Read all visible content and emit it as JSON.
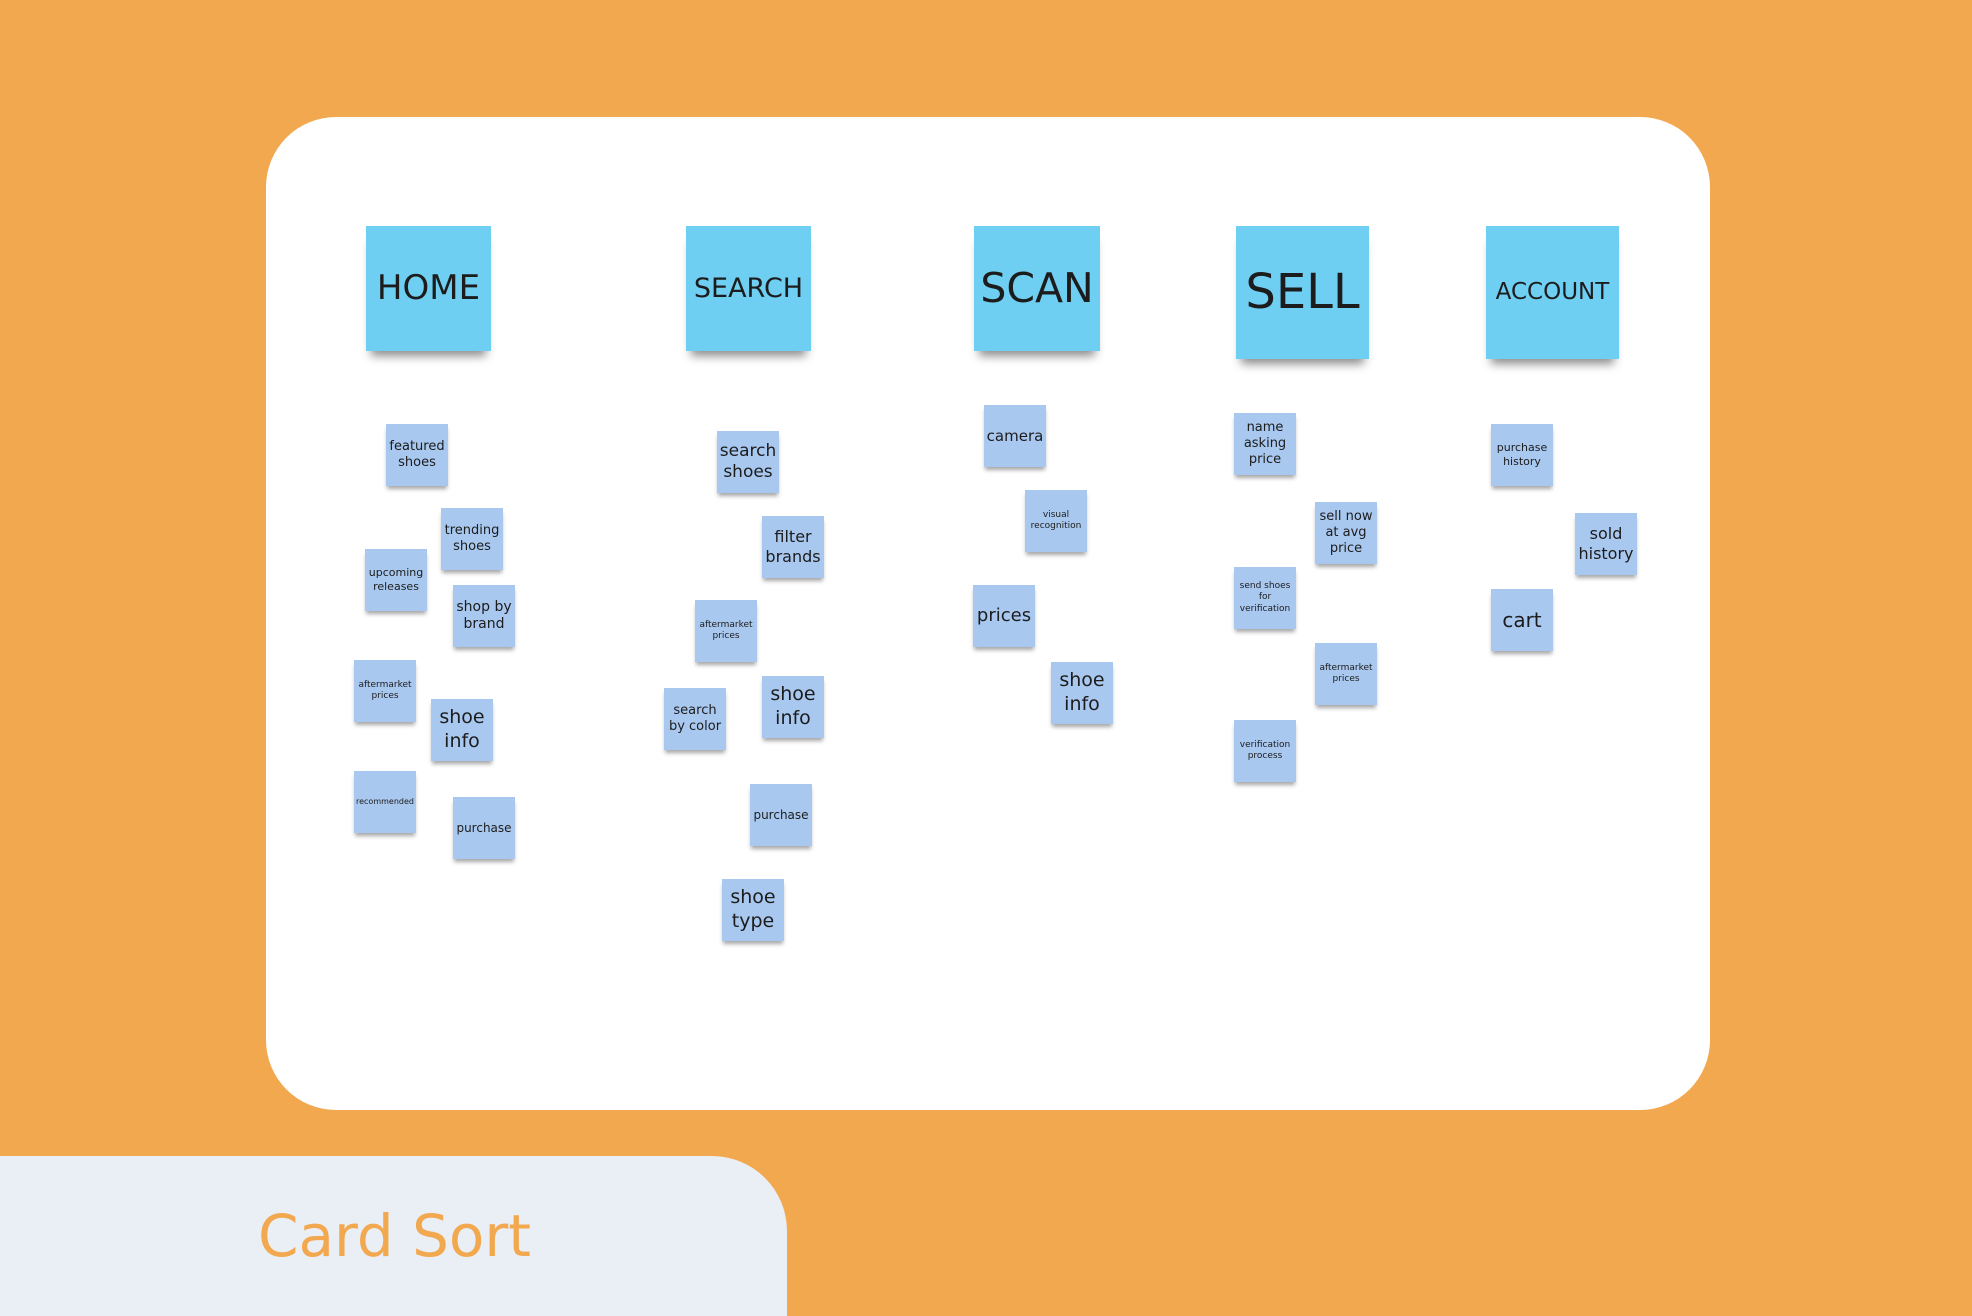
{
  "columns": {
    "home": {
      "header": "HOME",
      "cards": [
        "featured shoes",
        "trending shoes",
        "upcoming releases",
        "shop by brand",
        "aftermarket prices",
        "shoe info",
        "recommended",
        "purchase"
      ]
    },
    "search": {
      "header": "SEARCH",
      "cards": [
        "search shoes",
        "filter brands",
        "aftermarket prices",
        "search by color",
        "shoe info",
        "purchase",
        "shoe type"
      ]
    },
    "scan": {
      "header": "SCAN",
      "cards": [
        "camera",
        "visual recognition",
        "prices",
        "shoe info"
      ]
    },
    "sell": {
      "header": "SELL",
      "cards": [
        "name asking price",
        "sell now at avg price",
        "send shoes for verification",
        "aftermarket prices",
        "verification process"
      ]
    },
    "account": {
      "header": "ACCOUNT",
      "cards": [
        "purchase history",
        "sold history",
        "cart"
      ]
    }
  },
  "caption": "Card Sort",
  "colors": {
    "background": "#F2A84E",
    "board": "#FFFFFF",
    "header_note": "#6ECFF2",
    "card_note": "#A9C8EF",
    "caption_panel": "#EAEEF5",
    "caption_text": "#F2A84E"
  }
}
